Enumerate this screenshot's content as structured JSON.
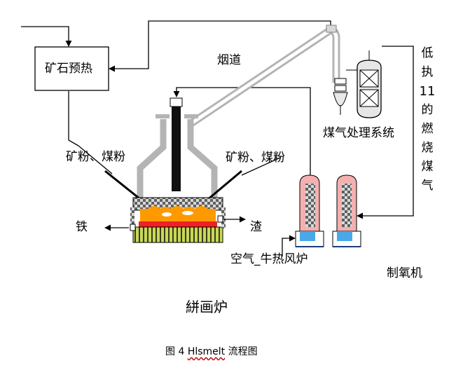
{
  "labels": {
    "ore_preheat": "矿石预热",
    "flue": "烟道",
    "gas_treatment": "煤气处理系统",
    "ore_coal_left": "矿粉、煤粉",
    "ore_coal_right": "矿粉、煤粉",
    "iron": "铁",
    "slag": "渣",
    "hot_blast_stove": "空气_牛热风炉",
    "oxygen_plant": "制氧机",
    "furnace": "絣画炉",
    "low_calorific_gas": [
      "低",
      "执",
      "11",
      "的",
      "燃",
      "烧",
      "煤",
      "气"
    ]
  },
  "caption": {
    "prefix": "图 4 ",
    "name": "Hlsmelt",
    "suffix": " 流程图"
  },
  "colors": {
    "stove_body": "#f4b0b0",
    "stove_base": "#4aa8e8",
    "bath_orange": "#ff9900",
    "bath_red": "#ee2222",
    "refractory": "#c8d858",
    "gray_pipe": "#b4b4b4",
    "lance": "#101010"
  }
}
